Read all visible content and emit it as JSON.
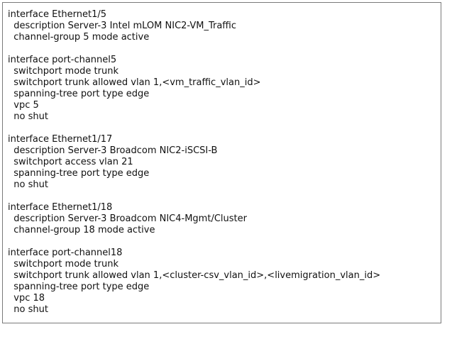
{
  "config": {
    "stanzas": [
      {
        "lines": [
          "interface Ethernet1/5",
          "  description Server-3 Intel mLOM NIC2-VM_Traffic",
          "  channel-group 5 mode active"
        ]
      },
      {
        "lines": [
          "interface port-channel5",
          "  switchport mode trunk",
          "  switchport trunk allowed vlan 1,<vm_traffic_vlan_id>",
          "  spanning-tree port type edge",
          "  vpc 5",
          "  no shut"
        ]
      },
      {
        "lines": [
          "interface Ethernet1/17",
          "  description Server-3 Broadcom NIC2-iSCSI-B",
          "  switchport access vlan 21",
          "  spanning-tree port type edge",
          "  no shut"
        ]
      },
      {
        "lines": [
          "interface Ethernet1/18",
          "  description Server-3 Broadcom NIC4-Mgmt/Cluster",
          "  channel-group 18 mode active"
        ]
      },
      {
        "lines": [
          "interface port-channel18",
          "  switchport mode trunk",
          "  switchport trunk allowed vlan 1,<cluster-csv_vlan_id>,<livemigration_vlan_id>",
          "  spanning-tree port type edge",
          "  vpc 18",
          "  no shut"
        ]
      }
    ]
  }
}
